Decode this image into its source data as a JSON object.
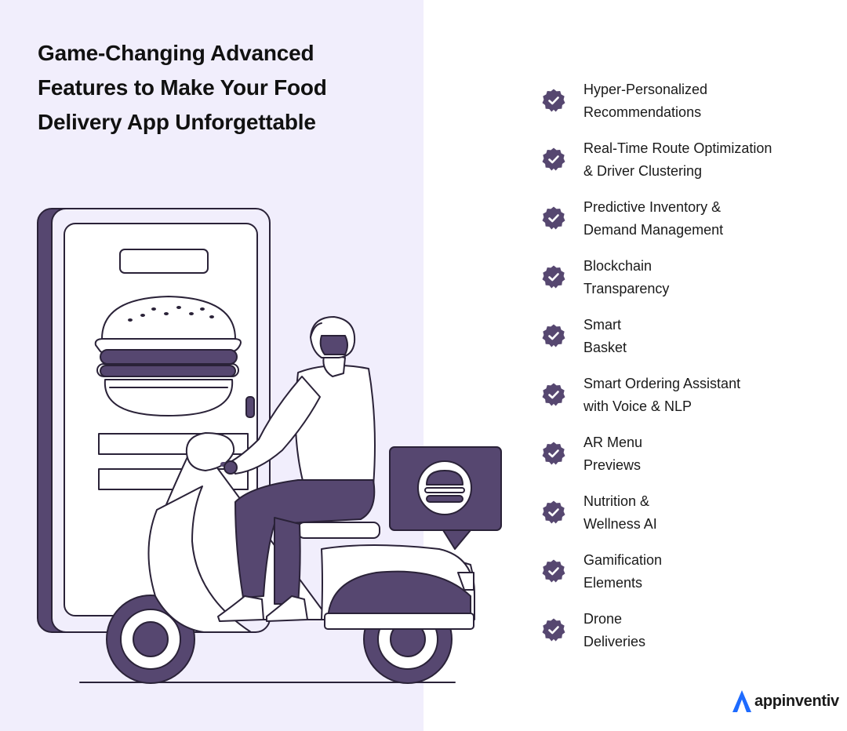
{
  "headline": {
    "lines": [
      "Game-Changing Advanced",
      "Features to Make Your Food",
      "Delivery App Unforgettable"
    ]
  },
  "features": [
    {
      "line1": "Hyper-Personalized",
      "line2": "Recommendations"
    },
    {
      "line1": "Real-Time Route Optimization",
      "line2": "& Driver Clustering"
    },
    {
      "line1": "Predictive Inventory &",
      "line2": "Demand Management"
    },
    {
      "line1": "Blockchain",
      "line2": "Transparency"
    },
    {
      "line1": "Smart",
      "line2": "Basket"
    },
    {
      "line1": "Smart Ordering Assistant",
      "line2": "with Voice & NLP"
    },
    {
      "line1": "AR Menu",
      "line2": "Previews"
    },
    {
      "line1": "Nutrition &",
      "line2": "Wellness AI"
    },
    {
      "line1": "Gamification",
      "line2": "Elements"
    },
    {
      "line1": "Drone",
      "line2": "Deliveries"
    }
  ],
  "logo": {
    "text": "appinventiv",
    "icon": "appinventiv-logo-icon"
  },
  "icons": {
    "feature": "verified-check-badge-icon",
    "illustration": "scooter-delivery-rider-illustration"
  },
  "colors": {
    "panel": "#f1eefc",
    "accent": "#564770",
    "logo_blue": "#1e6bff",
    "text": "#1a1a1a"
  }
}
